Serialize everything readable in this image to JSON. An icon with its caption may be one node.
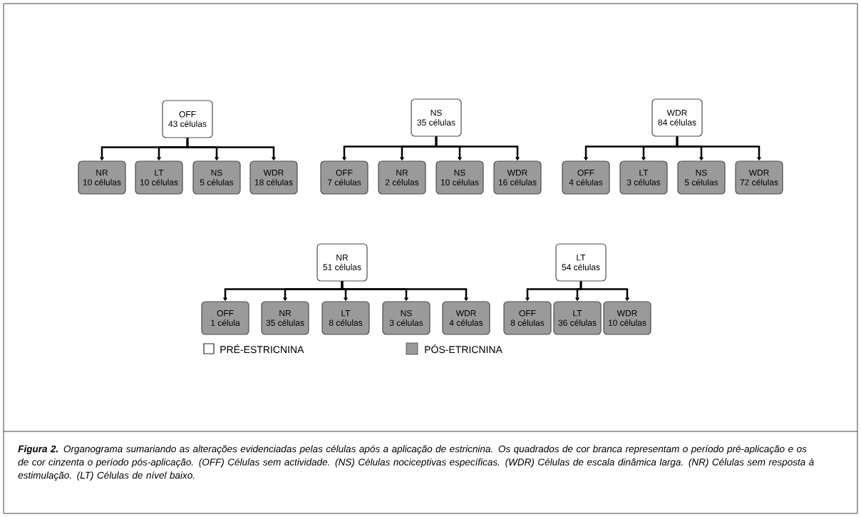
{
  "diagram": {
    "caption": "**Figura 2.** Organograma sumariando as alterações evidenciadas pelas células após a aplicação de estricnina. Os quadrados de cor branca representam o período pré-aplicação e os de cor cinzenta o período pós-aplicação. (OFF) Células sem actividade. (NS) Células nociceptivas específicas. (WDR) Células de escala dinâmica larga. (NR) Células sem resposta à estimulação. (LT) Células de nível baixo.",
    "nodes": [
      {
        "text": [
          "OFF",
          "43 células"
        ]
      },
      {
        "text": [
          "NR",
          "10 células"
        ]
      },
      {
        "text": [
          "LT",
          "10 células"
        ]
      },
      {
        "text": [
          "NS",
          "5 células"
        ]
      },
      {
        "text": [
          "WDR",
          "18 células"
        ]
      },
      {
        "text": [
          "NS",
          "35 células"
        ]
      },
      {
        "text": [
          "OFF",
          "7 células"
        ]
      },
      {
        "text": [
          "NR",
          "2 células"
        ]
      },
      {
        "text": [
          "NS",
          "10 células"
        ]
      },
      {
        "text": [
          "WDR",
          "16 células"
        ]
      },
      {
        "text": [
          "WDR",
          "84 células"
        ]
      },
      {
        "text": [
          "OFF",
          "4 células"
        ]
      },
      {
        "text": [
          "LT",
          "3 células"
        ]
      },
      {
        "text": [
          "NS",
          "5 células"
        ]
      },
      {
        "text": [
          "WDR",
          "72 células"
        ]
      },
      {
        "text": [
          "NR",
          "51 células"
        ]
      },
      {
        "text": [
          "OFF",
          "1 célula"
        ]
      },
      {
        "text": [
          "NR",
          "35 células"
        ]
      },
      {
        "text": [
          "LT",
          "8 células"
        ]
      },
      {
        "text": [
          "NS",
          "3 células"
        ]
      },
      {
        "text": [
          "WDR",
          "4 células"
        ]
      },
      {
        "text": [
          "LT",
          "54 células"
        ]
      },
      {
        "text": [
          "OFF",
          "8 células"
        ]
      },
      {
        "text": [
          "LT",
          "36 células"
        ]
      },
      {
        "text": [
          "WDR",
          "10 células"
        ]
      }
    ],
    "edges": [
      {
        "from": 0,
        "to": 1,
        "arrow": "to"
      },
      {
        "from": 0,
        "to": 2,
        "arrow": "to"
      },
      {
        "from": 0,
        "to": 3,
        "arrow": "to"
      },
      {
        "from": 0,
        "to": 4,
        "arrow": "to"
      },
      {
        "from": 5,
        "to": 6,
        "arrow": "to"
      },
      {
        "from": 5,
        "to": 7,
        "arrow": "to"
      },
      {
        "from": 5,
        "to": 8,
        "arrow": "to"
      },
      {
        "from": 5,
        "to": 9,
        "arrow": "to"
      },
      {
        "from": 10,
        "to": 11,
        "arrow": "to"
      },
      {
        "from": 10,
        "to": 12,
        "arrow": "to"
      },
      {
        "from": 10,
        "to": 13,
        "arrow": "to"
      },
      {
        "from": 10,
        "to": 14,
        "arrow": "to"
      },
      {
        "from": 15,
        "to": 16,
        "arrow": "to"
      },
      {
        "from": 15,
        "to": 17,
        "arrow": "to"
      },
      {
        "from": 15,
        "to": 18,
        "arrow": "to"
      },
      {
        "from": 15,
        "to": 19,
        "arrow": "to"
      },
      {
        "from": 15,
        "to": 20,
        "arrow": "to"
      },
      {
        "from": 21,
        "to": 22,
        "arrow": "to"
      },
      {
        "from": 21,
        "to": 23,
        "arrow": "to"
      },
      {
        "from": 21,
        "to": 24,
        "arrow": "to"
      }
    ],
    "legend": [
      {
        "text": "PRÉ-ESTRICNINA"
      },
      {
        "text": "PÓS-ETRICNINA",
        "color": "#9a9a9a"
      }
    ]
  }
}
